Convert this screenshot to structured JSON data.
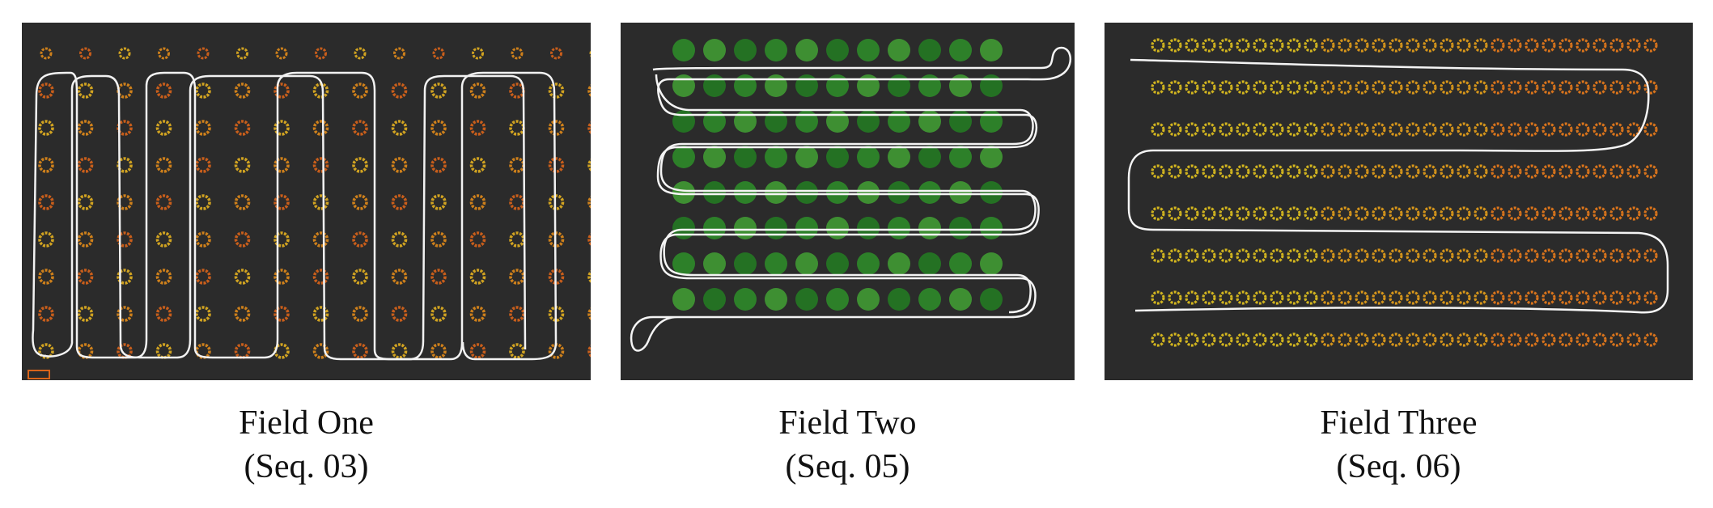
{
  "figure": {
    "panels": [
      {
        "id": "field-one",
        "title": "Field One",
        "sequence": "(Seq. 03)",
        "plant_colors": [
          "#e08a1a",
          "#d9641a",
          "#e3b020"
        ],
        "path_color": "#ffffff"
      },
      {
        "id": "field-two",
        "title": "Field Two",
        "sequence": "(Seq. 05)",
        "plant_colors": [
          "#2f9e2a",
          "#46b236",
          "#238a22"
        ],
        "path_color": "#ffffff"
      },
      {
        "id": "field-three",
        "title": "Field Three",
        "sequence": "(Seq. 06)",
        "plant_colors": [
          "#e3c31e",
          "#e8a11a",
          "#ea7b1b"
        ],
        "path_color": "#ffffff"
      }
    ]
  }
}
